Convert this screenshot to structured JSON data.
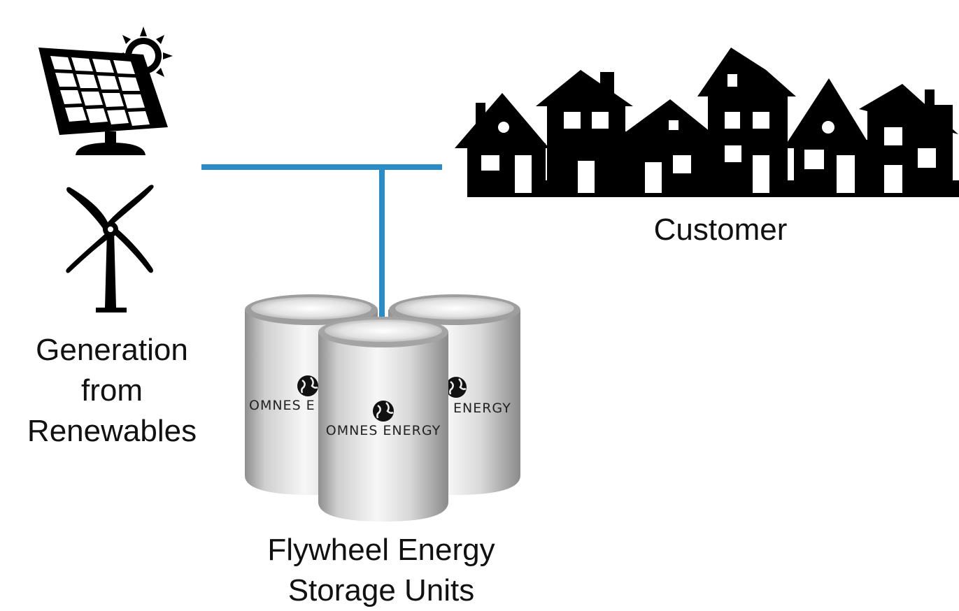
{
  "labels": {
    "generation": "Generation\nfrom\nRenewables",
    "customer": "Customer",
    "flywheel": "Flywheel Energy\nStorage Units"
  },
  "flywheel_units": [
    {
      "brand": "OMNES ENERGY",
      "visible_text": "OMNES E"
    },
    {
      "brand": "OMNES ENERGY",
      "visible_text": "ENERGY"
    },
    {
      "brand": "OMNES ENERGY",
      "visible_text": "OMNES ENERGY"
    }
  ],
  "icons": [
    "solar-panel-icon",
    "sun-icon",
    "wind-turbine-icon",
    "houses-icon",
    "globe-icon"
  ],
  "colors": {
    "connector": "#2a8cc6",
    "silhouette": "#000000",
    "text": "#111111",
    "metal_light": "#f2f2f2",
    "metal_dark": "#9a9a9a"
  }
}
